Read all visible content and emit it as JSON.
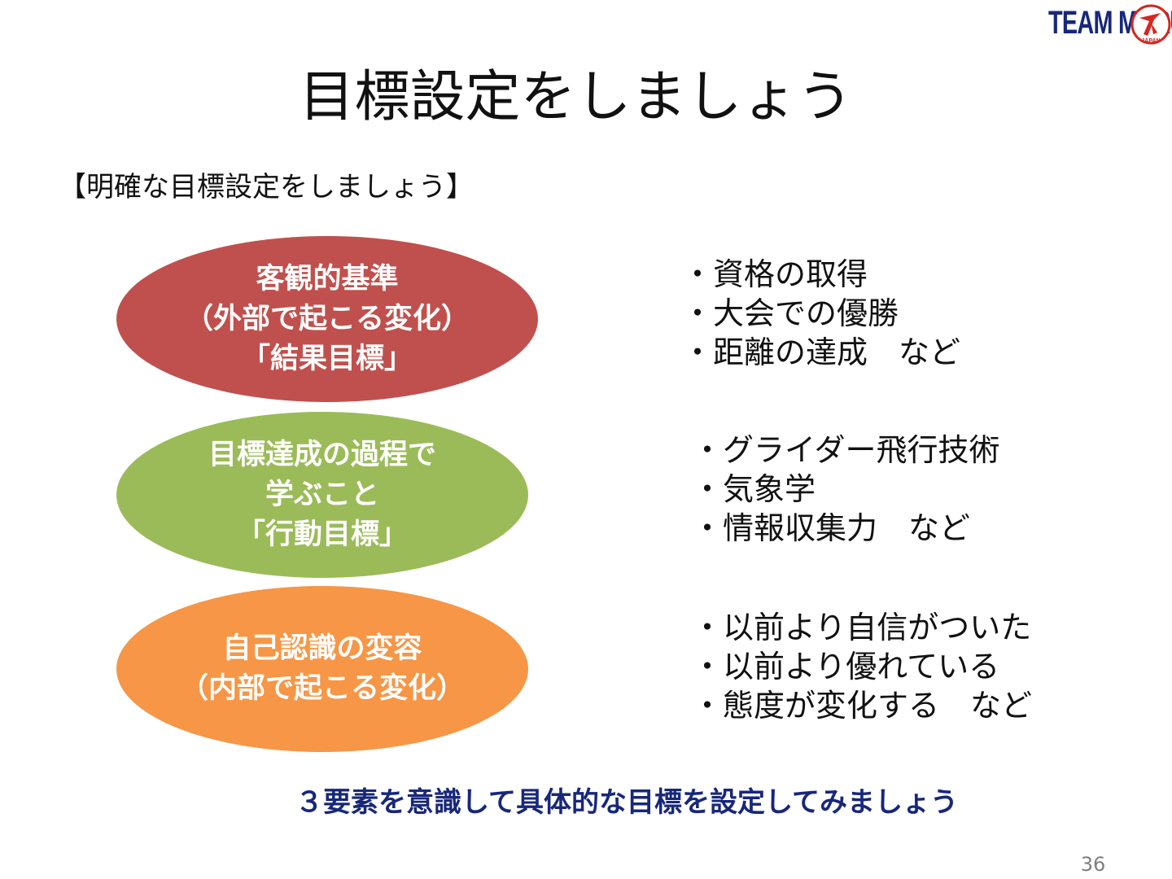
{
  "logo": {
    "text": "TEAM MARU",
    "emblem_text": "JAPAN",
    "colors": {
      "text": "#17277a",
      "emblem": "#d7261e"
    }
  },
  "title": "目標設定をしましょう",
  "subheading": "【明確な目標設定をしましょう】",
  "categories": [
    {
      "lines": [
        "客観的基準",
        "（外部で起こる変化）",
        "「結果目標」"
      ],
      "color": "#c0504d",
      "examples": [
        "・資格の取得",
        "・大会での優勝",
        "・距離の達成　など"
      ]
    },
    {
      "lines": [
        "目標達成の過程で",
        "学ぶこと",
        "「行動目標」"
      ],
      "color": "#9bbb59",
      "examples": [
        "・グライダー飛行技術",
        "・気象学",
        "・情報収集力　など"
      ]
    },
    {
      "lines": [
        "自己認識の変容",
        "（内部で起こる変化）"
      ],
      "color": "#f79646",
      "examples": [
        "・以前より自信がついた",
        "・以前より優れている",
        "・態度が変化する　など"
      ]
    }
  ],
  "bottom_message": "３要素を意識して具体的な目標を設定してみましょう",
  "page_number": "36"
}
